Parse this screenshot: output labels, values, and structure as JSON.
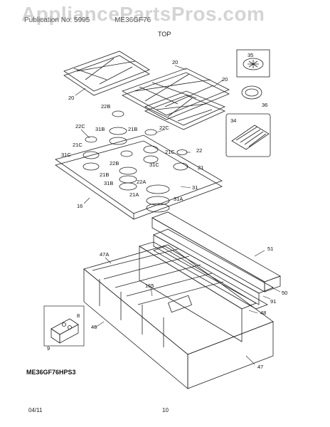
{
  "watermark": "AppliancePartsPros.com",
  "header": {
    "line1": "Publication No: 5995",
    "line2": "ME36GF76",
    "title": "TOP"
  },
  "model": "ME36GF76HPS3",
  "footer": {
    "date": "04/11",
    "page": "10"
  },
  "callouts": [
    "20",
    "20",
    "20",
    "35",
    "36",
    "34",
    "22B",
    "22C",
    "31B",
    "21B",
    "22C",
    "21C",
    "31C",
    "21C",
    "22",
    "22B",
    "31C",
    "21",
    "21B",
    "31B",
    "22A",
    "31",
    "21A",
    "31A",
    "16",
    "51",
    "47A",
    "165",
    "50",
    "91",
    "48",
    "8",
    "46",
    "9",
    "47"
  ]
}
